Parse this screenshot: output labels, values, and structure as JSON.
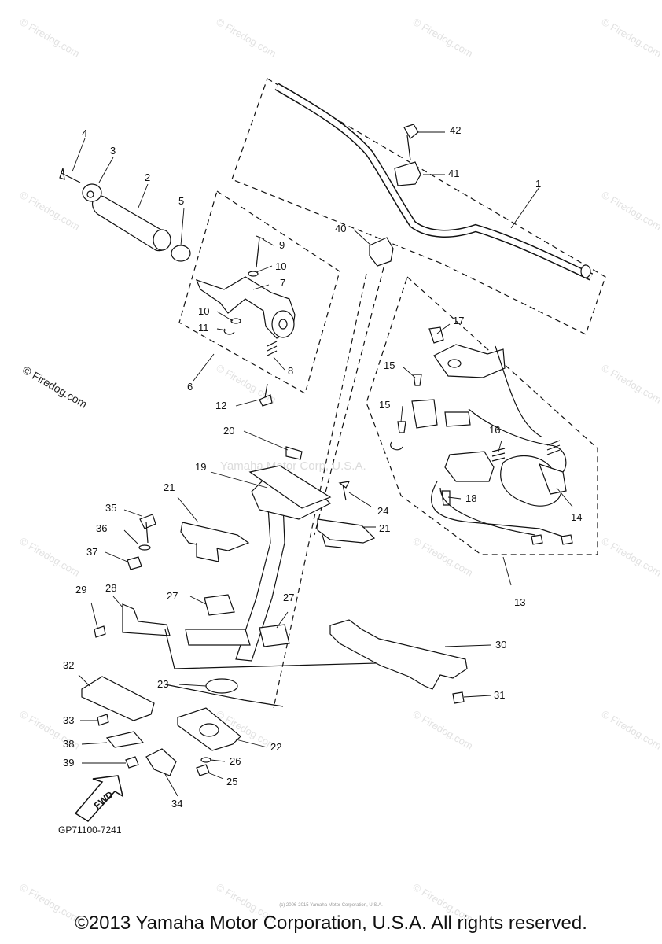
{
  "diagram_code": "GP71100-7241",
  "copyright": "©2013 Yamaha Motor Corporation, U.S.A. All rights reserved.",
  "tiny_print": "(c) 2006-2015 Yamaha Motor Corporation, U.S.A.",
  "watermark": "© Firedog.com",
  "center_watermark": "Yamaha Motor Corp, U.S.A.",
  "fwd_label": "FWD",
  "callouts": {
    "c1": "1",
    "c2": "2",
    "c3": "3",
    "c4": "4",
    "c5": "5",
    "c6": "6",
    "c7": "7",
    "c8": "8",
    "c9": "9",
    "c10a": "10",
    "c10b": "10",
    "c11": "11",
    "c12": "12",
    "c13": "13",
    "c14": "14",
    "c15a": "15",
    "c15b": "15",
    "c16": "16",
    "c17": "17",
    "c18": "18",
    "c19": "19",
    "c20": "20",
    "c21a": "21",
    "c21b": "21",
    "c22": "22",
    "c23": "23",
    "c24": "24",
    "c25": "25",
    "c26": "26",
    "c27a": "27",
    "c27b": "27",
    "c28": "28",
    "c29": "29",
    "c30": "30",
    "c31": "31",
    "c32": "32",
    "c33": "33",
    "c34": "34",
    "c35": "35",
    "c36": "36",
    "c37": "37",
    "c38": "38",
    "c39": "39",
    "c40": "40",
    "c41": "41",
    "c42": "42"
  },
  "colors": {
    "line": "#111111",
    "watermark": "#e2e2e2"
  }
}
